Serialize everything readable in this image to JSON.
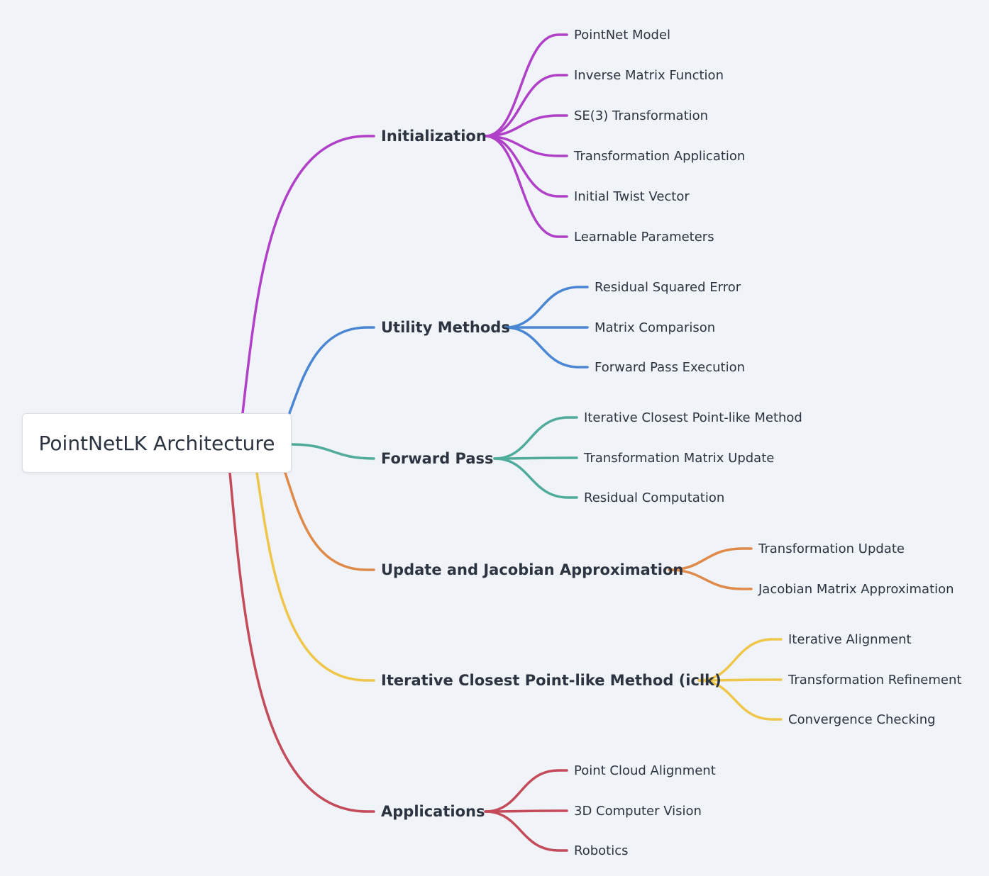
{
  "root": {
    "label": "PointNetLK Architecture"
  },
  "branches": [
    {
      "label": "Initialization",
      "color": "#b040c8",
      "children": [
        "PointNet Model",
        "Inverse Matrix Function",
        "SE(3) Transformation",
        "Transformation Application",
        "Initial Twist Vector",
        "Learnable Parameters"
      ]
    },
    {
      "label": "Utility Methods",
      "color": "#4a86d4",
      "children": [
        "Residual Squared Error",
        "Matrix Comparison",
        "Forward Pass Execution"
      ]
    },
    {
      "label": "Forward Pass",
      "color": "#4fac9c",
      "children": [
        "Iterative Closest Point-like Method",
        "Transformation Matrix Update",
        "Residual Computation"
      ]
    },
    {
      "label": "Update and Jacobian Approximation",
      "color": "#e08a4a",
      "children": [
        "Transformation Update",
        "Jacobian Matrix Approximation"
      ]
    },
    {
      "label": "Iterative Closest Point-like Method (iclk)",
      "color": "#f0c64a",
      "children": [
        "Iterative Alignment",
        "Transformation Refinement",
        "Convergence Checking"
      ]
    },
    {
      "label": "Applications",
      "color": "#c44b5a",
      "children": [
        "Point Cloud Alignment",
        "3D Computer Vision",
        "Robotics"
      ]
    }
  ]
}
